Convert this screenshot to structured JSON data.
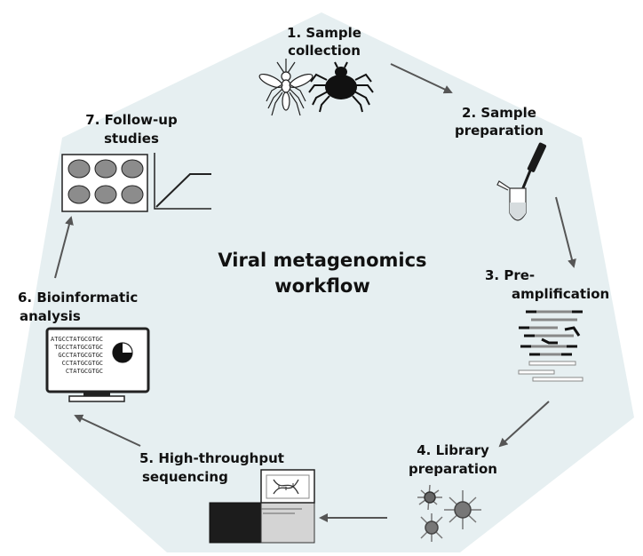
{
  "title": {
    "line1": "Viral metagenomics",
    "line2": "workflow"
  },
  "steps": [
    {
      "line1": "1. Sample",
      "line2": "collection"
    },
    {
      "line1": "2. Sample",
      "line2": "preparation"
    },
    {
      "line1": "3. Pre-",
      "line2": "amplification"
    },
    {
      "line1": "4. Library",
      "line2": "preparation"
    },
    {
      "line1": "5. High-throughput",
      "line2": "sequencing"
    },
    {
      "line1": "6. Bioinformatic",
      "line2": "analysis"
    },
    {
      "line1": "7. Follow-up",
      "line2": "studies"
    }
  ],
  "monitor_sequences": [
    "ATGCCTATGCGTGC",
    "TGCCTATGCGTGC",
    "GCCTATGCGTGC",
    "CCTATGCGTGC",
    "CTATGCGTGC"
  ],
  "colors": {
    "background_shape": "#e6eff1",
    "arrow": "#555555",
    "icon_dark": "#1a1a1a",
    "icon_gray": "#8c8c8c"
  }
}
